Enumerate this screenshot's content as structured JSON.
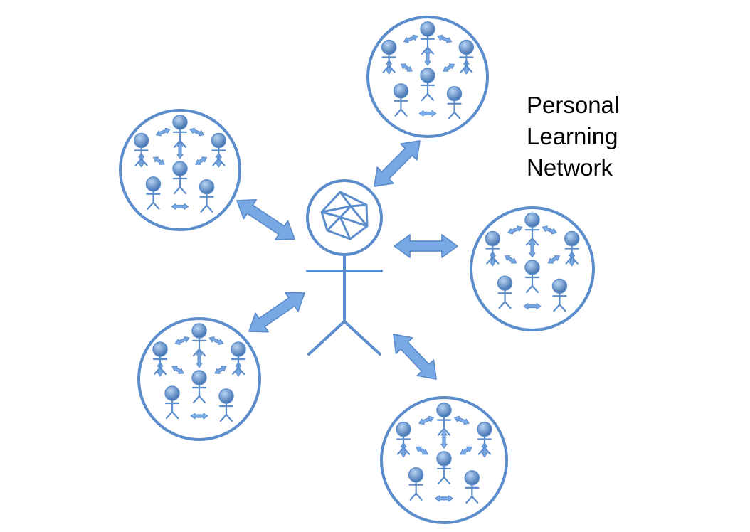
{
  "title_lines": [
    "Personal",
    "Learning",
    "Network"
  ],
  "colors": {
    "stroke": "#5b8ccb",
    "fill": "#79a9e4",
    "head_light": "#b8d4f3",
    "head_dark": "#3f6fae",
    "text": "#000000"
  },
  "icons": {
    "center_head": "crumpled-paper-head-icon",
    "network_member": "stick-figure-icon",
    "connection": "double-headed-arrow-icon"
  },
  "network_count": 5
}
